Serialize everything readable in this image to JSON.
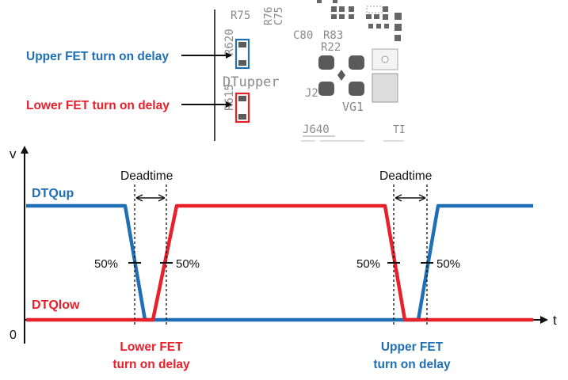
{
  "colors": {
    "upper": "#1f6fb5",
    "lower": "#e8202a",
    "axis": "#111111",
    "pcb_silk": "#8a8a8a",
    "pcb_pad": "#5a5a5a"
  },
  "pcb": {
    "labels": {
      "r75": "R75",
      "r76": "R76",
      "c75": "C75",
      "c80": "C80",
      "r83": "R83",
      "r22": "R22",
      "r620": "R620",
      "dtupper": "DTupper",
      "j2": "J2",
      "vg1": "VG1",
      "r615": "R615",
      "j640": "J640",
      "ti": "TI"
    }
  },
  "callouts": {
    "upper": "Upper FET turn on delay",
    "lower": "Lower FET turn on delay"
  },
  "timing": {
    "axis_v": "v",
    "axis_t": "t",
    "zero": "0",
    "signals": {
      "up": "DTQup",
      "low": "DTQlow"
    },
    "deadtime": "Deadtime",
    "percent": "50%",
    "bottom_labels": {
      "lower_line1": "Lower FET",
      "lower_line2": "turn on delay",
      "upper_line1": "Upper FET",
      "upper_line2": "turn on delay"
    }
  }
}
